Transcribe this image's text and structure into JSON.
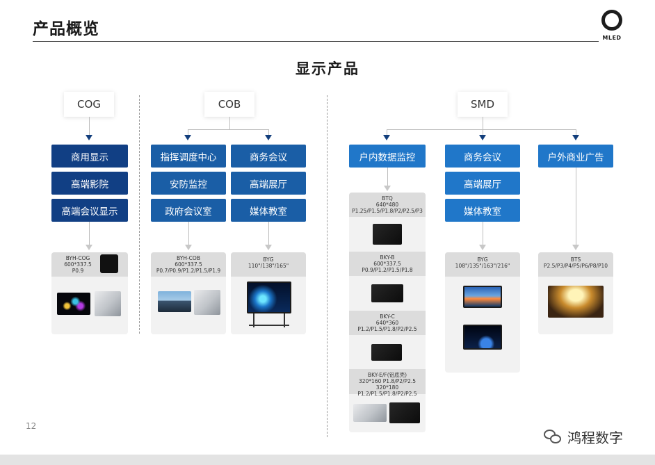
{
  "header": {
    "title": "产品概览",
    "logo_text": "MLED"
  },
  "section_title": "显示产品",
  "groups": {
    "cog": {
      "label": "COG",
      "categories": [
        "商用显示",
        "高端影院",
        "高端会议显示"
      ],
      "card": {
        "model": "BYH-COG",
        "size": "600*337.5",
        "pitch": "P0.9"
      }
    },
    "cob": {
      "label": "COB",
      "left_categories": [
        "指挥调度中心",
        "安防监控",
        "政府会议室"
      ],
      "right_categories": [
        "商务会议",
        "高端展厅",
        "媒体教室"
      ],
      "card_left": {
        "model": "BYH-COB",
        "size": "600*337.5",
        "pitch": "P0.7/P0.9/P1.2/P1.5/P1.9"
      },
      "card_right": {
        "model": "BYG",
        "size": "110\"/138\"/165\""
      }
    },
    "smd": {
      "label": "SMD",
      "col1_category": "户内数据监控",
      "col2_categories": [
        "商务会议",
        "高端展厅",
        "媒体教室"
      ],
      "col3_category": "户外商业广告",
      "col1_cards": [
        {
          "model": "BTQ",
          "size": "640*480",
          "pitch": "P1.25/P1.5/P1.8/P2/P2.5/P3"
        },
        {
          "model": "BKY-B",
          "size": "600*337.5",
          "pitch": "P0.9/P1.2/P1.5/P1.8"
        },
        {
          "model": "BKY-C",
          "size": "640*360",
          "pitch": "P1.2/P1.5/P1.8/P2/P2.5"
        },
        {
          "model": "BKY-E/F(铝底壳)",
          "size": "320*160 P1.8/P2/P2.5",
          "pitch": "320*180 P1.2/P1.5/P1.8/P2/P2.5"
        }
      ],
      "col2_card": {
        "model": "BYG",
        "size": "108\"/135\"/163\"/216\""
      },
      "col3_card": {
        "model": "BTS",
        "size": "P2.5/P3/P4/P5/P6/P8/P10"
      }
    }
  },
  "footer": {
    "page_number": "12",
    "brand": "鸿程数字"
  },
  "colors": {
    "dark_blue": "#113f84",
    "mid_blue": "#1a5ea6",
    "light_blue": "#2077c9"
  },
  "icons": [
    "mled-logo-icon",
    "wechat-icon"
  ]
}
